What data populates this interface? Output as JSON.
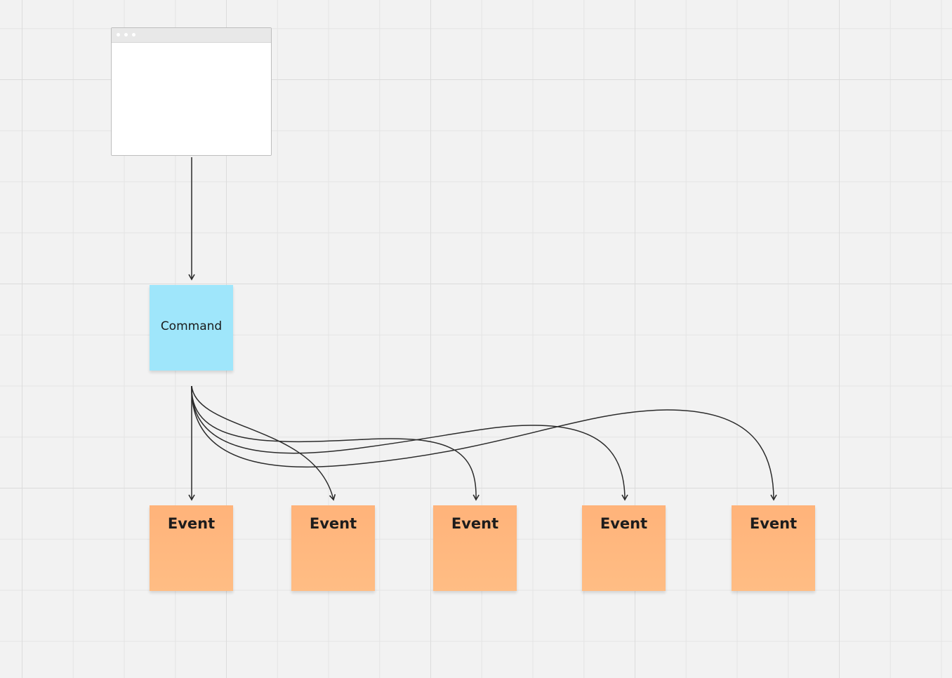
{
  "window_frame": {
    "icon": "browser-window-icon"
  },
  "command": {
    "label": "Command",
    "color": "#9fe6fb"
  },
  "events": [
    {
      "label": "Event"
    },
    {
      "label": "Event"
    },
    {
      "label": "Event"
    },
    {
      "label": "Event"
    },
    {
      "label": "Event"
    }
  ],
  "colors": {
    "canvas_background": "#f2f2f2",
    "grid_line": "#dcdcdc",
    "event_sticky": "#ffb37a",
    "connector": "#2b2b2b"
  }
}
